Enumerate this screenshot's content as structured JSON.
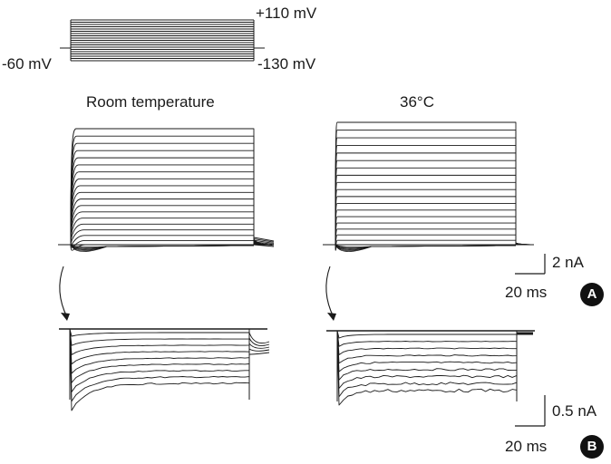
{
  "protocol": {
    "holding_label": "-60 mV",
    "top_label": "+110 mV",
    "bottom_label": "-130 mV",
    "step_count": 19
  },
  "panel_a": {
    "badge": "A",
    "left_title": "Room temperature",
    "right_title": "36°C",
    "scale_y_label": "2 nA",
    "scale_x_label": "20 ms",
    "trace_count": 19
  },
  "panel_b": {
    "badge": "B",
    "scale_y_label": "0.5 nA",
    "scale_x_label": "20 ms",
    "trace_count": 9
  },
  "colors": {
    "trace": "#1a1a1a",
    "text": "#1a1a1a",
    "badge_bg": "#111111",
    "badge_text": "#ffffff"
  },
  "icons": {
    "arrow": "curved-arrow-icon"
  }
}
